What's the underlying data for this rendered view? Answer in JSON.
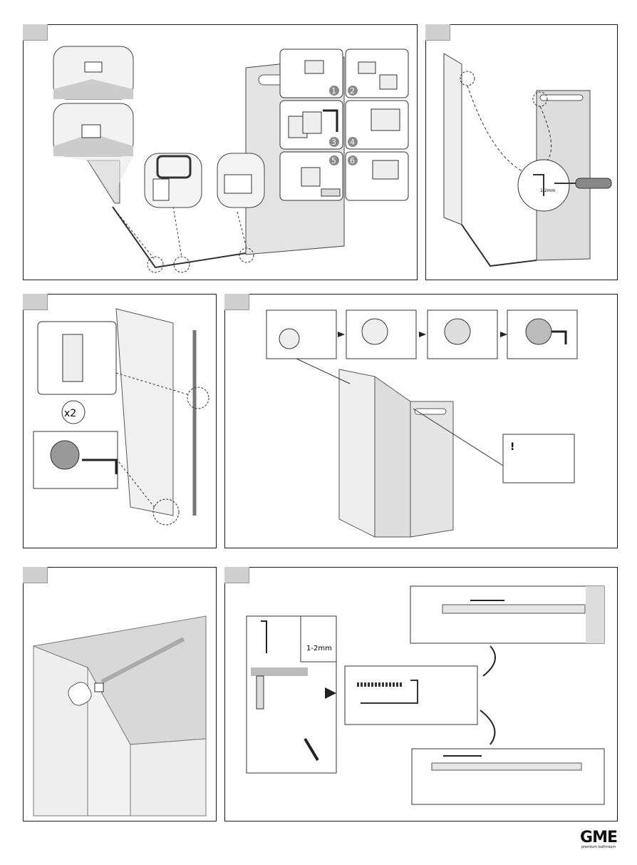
{
  "panels": {
    "p1": {
      "steps": [
        "1",
        "2",
        "3",
        "4",
        "5",
        "6"
      ]
    },
    "p3": {
      "quantity": "x2"
    },
    "p4": {
      "warning_mark": "!"
    },
    "p6": {
      "gap_label": "1-2mm"
    },
    "p2": {
      "gap_label": "1-2mm"
    }
  },
  "brand": {
    "logo": "GME",
    "tagline": "premium bathroom"
  },
  "icons": [
    "hex-key-icon",
    "screwdriver-icon",
    "arrow-right-icon",
    "double-arrow-icon",
    "warning-icon"
  ],
  "colors": {
    "tab": "#cfcfcf",
    "glass": "#e6e6e6",
    "line": "#333333",
    "step_badge": "#8a8a8a"
  }
}
